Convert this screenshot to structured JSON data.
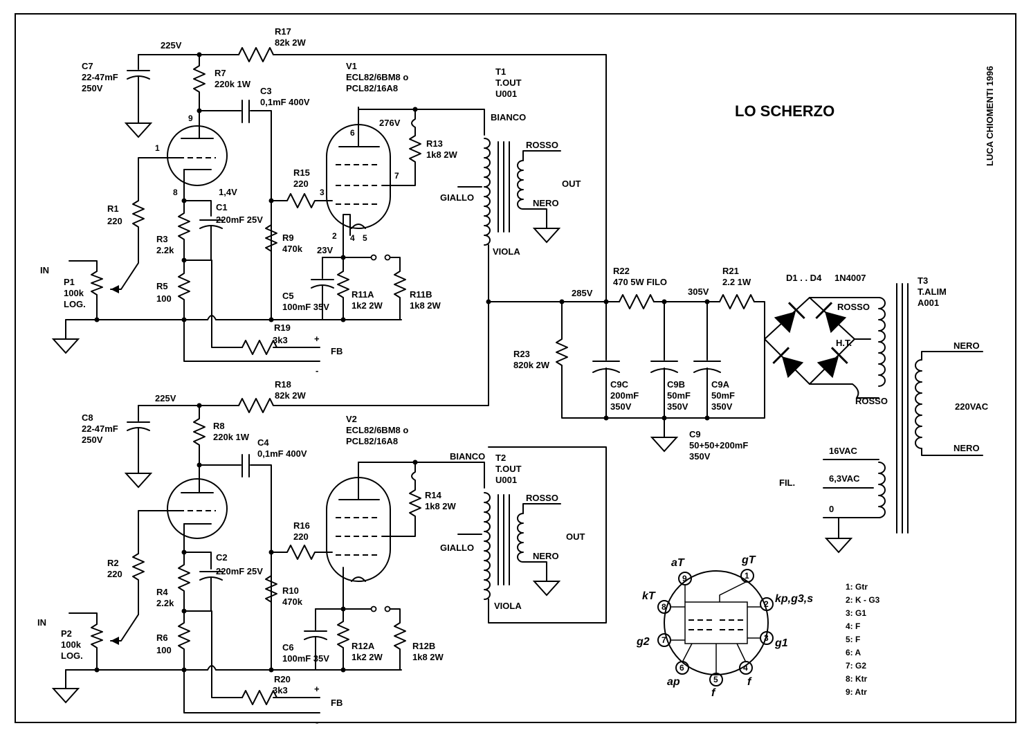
{
  "title": "LO SCHERZO",
  "author": "LUCA CHIOMENTI 1996",
  "stage1": {
    "voltage_b": "225V",
    "r17": {
      "name": "R17",
      "value": "82k 2W"
    },
    "c7": {
      "name": "C7",
      "value": "22-47mF",
      "rating": "250V"
    },
    "r7": {
      "name": "R7",
      "value": "220k 1W"
    },
    "c3": {
      "name": "C3",
      "value": "0,1mF 400V"
    },
    "v1": {
      "name": "V1",
      "type1": "ECL82/6BM8 o",
      "type2": "PCL82/16A8"
    },
    "t1": {
      "name": "T1",
      "type": "T.OUT",
      "model": "U001"
    },
    "v276": "276V",
    "r13": {
      "name": "R13",
      "value": "1k8 2W"
    },
    "r15": {
      "name": "R15",
      "value": "220"
    },
    "r1": {
      "name": "R1",
      "value": "220"
    },
    "r3": {
      "name": "R3",
      "value": "2.2k"
    },
    "r5": {
      "name": "R5",
      "value": "100"
    },
    "c1": {
      "name": "C1",
      "value": "220mF 25V"
    },
    "v14": "1,4V",
    "r9": {
      "name": "R9",
      "value": "470k"
    },
    "v23": "23V",
    "c5": {
      "name": "C5",
      "value": "100mF 35V"
    },
    "r11a": {
      "name": "R11A",
      "value": "1k2 2W"
    },
    "r11b": {
      "name": "R11B",
      "value": "1k8 2W"
    },
    "p1": {
      "name": "P1",
      "value": "100k",
      "taper": "LOG."
    },
    "r19": {
      "name": "R19",
      "value": "3k3"
    },
    "pins": {
      "p9": "9",
      "p1": "1",
      "p8": "8",
      "p6": "6",
      "p3": "3",
      "p7": "7",
      "p2": "2",
      "p4": "4",
      "p5": "5"
    }
  },
  "stage2": {
    "voltage_b": "225V",
    "r18": {
      "name": "R18",
      "value": "82k 2W"
    },
    "c8": {
      "name": "C8",
      "value": "22-47mF",
      "rating": "250V"
    },
    "r8": {
      "name": "R8",
      "value": "220k 1W"
    },
    "c4": {
      "name": "C4",
      "value": "0,1mF 400V"
    },
    "v2": {
      "name": "V2",
      "type1": "ECL82/6BM8 o",
      "type2": "PCL82/16A8"
    },
    "t2": {
      "name": "T2",
      "type": "T.OUT",
      "model": "U001"
    },
    "r14": {
      "name": "R14",
      "value": "1k8 2W"
    },
    "r16": {
      "name": "R16",
      "value": "220"
    },
    "r2": {
      "name": "R2",
      "value": "220"
    },
    "r4": {
      "name": "R4",
      "value": "2.2k"
    },
    "r6": {
      "name": "R6",
      "value": "100"
    },
    "c2": {
      "name": "C2",
      "value": "220mF 25V"
    },
    "r10": {
      "name": "R10",
      "value": "470k"
    },
    "c6": {
      "name": "C6",
      "value": "100mF 35V"
    },
    "r12a": {
      "name": "R12A",
      "value": "1k2 2W"
    },
    "r12b": {
      "name": "R12B",
      "value": "1k8 2W"
    },
    "p2": {
      "name": "P2",
      "value": "100k",
      "taper": "LOG."
    },
    "r20": {
      "name": "R20",
      "value": "3k3"
    }
  },
  "common": {
    "in": "IN",
    "fb": "FB",
    "plus": "+",
    "minus": "-",
    "out": "OUT",
    "bianco": "BIANCO",
    "rosso": "ROSSO",
    "nero": "NERO",
    "giallo": "GIALLO",
    "viola": "VIOLA"
  },
  "supply": {
    "v285": "285V",
    "v305": "305V",
    "r22": {
      "name": "R22",
      "value": "470 5W FILO"
    },
    "r21": {
      "name": "R21",
      "value": "2.2 1W"
    },
    "r23": {
      "name": "R23",
      "value": "820k 2W"
    },
    "diodes": {
      "name": "D1 . . D4",
      "value": "1N4007"
    },
    "c9c": {
      "name": "C9C",
      "value": "200mF",
      "rating": "350V"
    },
    "c9b": {
      "name": "C9B",
      "value": "50mF",
      "rating": "350V"
    },
    "c9a": {
      "name": "C9A",
      "value": "50mF",
      "rating": "350V"
    },
    "c9": {
      "name": "C9",
      "value": "50+50+200mF",
      "rating": "350V"
    },
    "t3": {
      "name": "T3",
      "type": "T.ALIM",
      "model": "A001"
    },
    "ht": "H.T.",
    "rosso": "ROSSO",
    "nero": "NERO",
    "mains": "220VAC",
    "fil": "FIL.",
    "v16": "16VAC",
    "v63": "6,3VAC",
    "zero": "0"
  },
  "pinout": {
    "labels": {
      "at": "aT",
      "gt": "gT",
      "kt": "kT",
      "kp": "kp,g3,s",
      "g2": "g2",
      "g1": "g1",
      "ap": "ap",
      "f1": "f",
      "f2": "f"
    },
    "numbers": [
      "9",
      "1",
      "8",
      "2",
      "7",
      "3",
      "6",
      "5",
      "4"
    ],
    "legend": [
      "1: Gtr",
      "2: K - G3",
      "3: G1",
      "4: F",
      "5: F",
      "6: A",
      "7: G2",
      "8: Ktr",
      "9: Atr"
    ]
  }
}
